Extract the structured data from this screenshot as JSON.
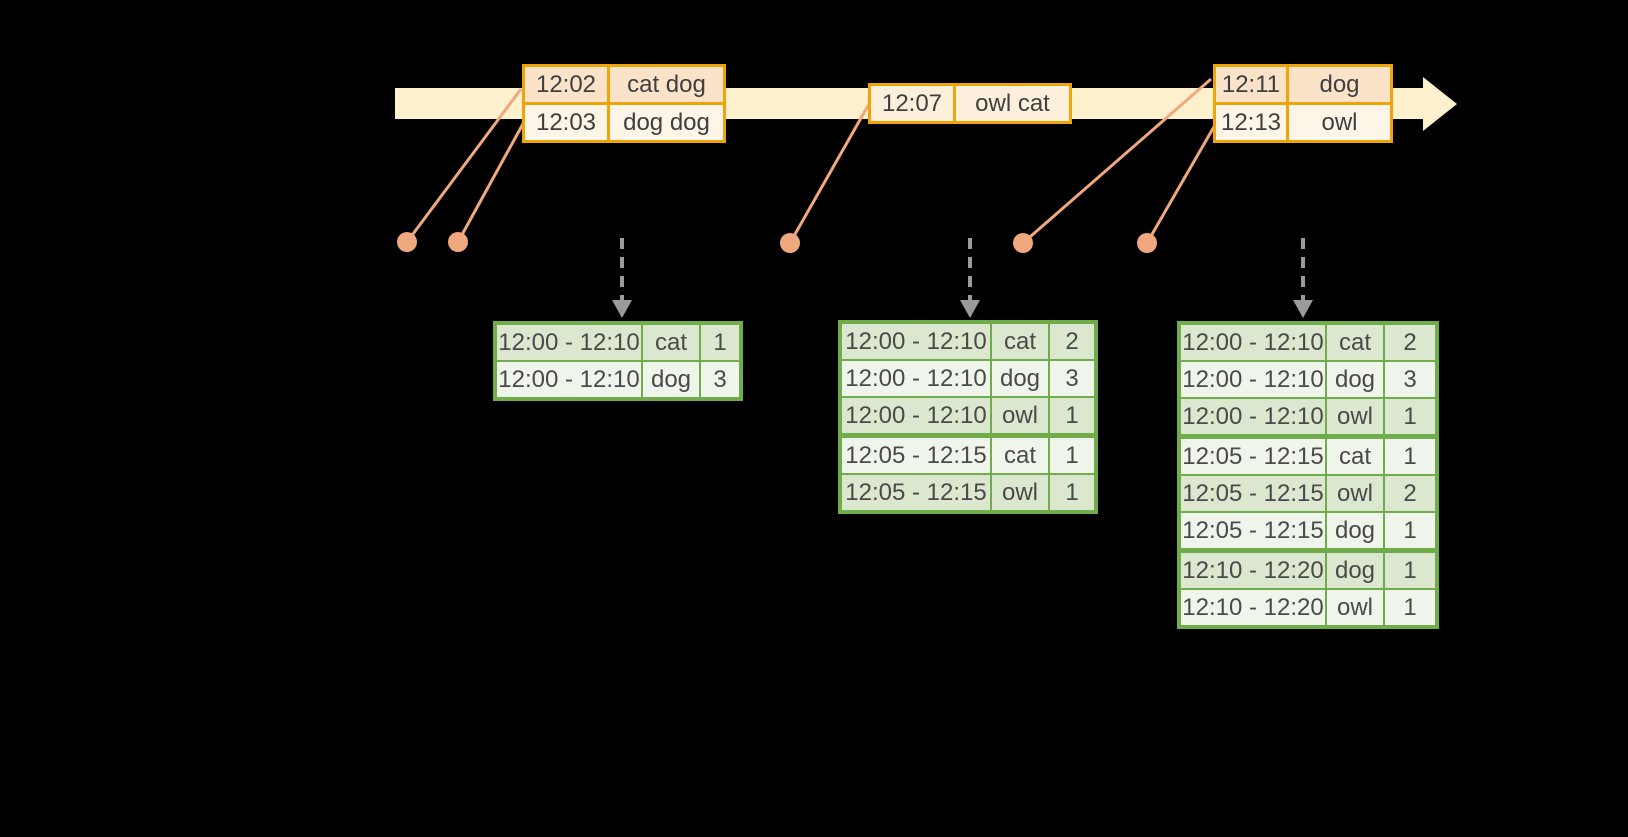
{
  "colors": {
    "background": "#000000",
    "timeline_fill": "#FCF1CC",
    "event_border": "#EFA509",
    "event_row_dark": "#FAE3C8",
    "event_row_light": "#FDF5E7",
    "dot_and_line": "#F0A87E",
    "trigger_arrow": "#9B9B9B",
    "table_border": "#70AC49",
    "table_row_dark": "#DBE8CF",
    "table_row_light": "#F0F5EB",
    "text": "#3F3F3F"
  },
  "icons": {
    "timeline": "timeline-arrow-icon",
    "event_marker": "event-dot-icon",
    "trigger": "dashed-down-arrow-icon"
  },
  "events": {
    "box1": {
      "rows": [
        {
          "time": "12:02",
          "words": "cat dog"
        },
        {
          "time": "12:03",
          "words": "dog dog"
        }
      ]
    },
    "box2": {
      "rows": [
        {
          "time": "12:07",
          "words": "owl cat"
        }
      ]
    },
    "box3": {
      "rows": [
        {
          "time": "12:11",
          "words": "dog"
        },
        {
          "time": "12:13",
          "words": "owl"
        }
      ]
    }
  },
  "tables": [
    {
      "rows": [
        {
          "window": "12:00 - 12:10",
          "word": "cat",
          "count": "1"
        },
        {
          "window": "12:00 - 12:10",
          "word": "dog",
          "count": "3"
        }
      ]
    },
    {
      "rows": [
        {
          "window": "12:00 - 12:10",
          "word": "cat",
          "count": "2"
        },
        {
          "window": "12:00 - 12:10",
          "word": "dog",
          "count": "3"
        },
        {
          "window": "12:00 - 12:10",
          "word": "owl",
          "count": "1"
        },
        {
          "window": "12:05 - 12:15",
          "word": "cat",
          "count": "1"
        },
        {
          "window": "12:05 - 12:15",
          "word": "owl",
          "count": "1"
        }
      ]
    },
    {
      "rows": [
        {
          "window": "12:00 - 12:10",
          "word": "cat",
          "count": "2"
        },
        {
          "window": "12:00 - 12:10",
          "word": "dog",
          "count": "3"
        },
        {
          "window": "12:00 - 12:10",
          "word": "owl",
          "count": "1"
        },
        {
          "window": "12:05 - 12:15",
          "word": "cat",
          "count": "1"
        },
        {
          "window": "12:05 - 12:15",
          "word": "owl",
          "count": "2"
        },
        {
          "window": "12:05 - 12:15",
          "word": "dog",
          "count": "1"
        },
        {
          "window": "12:10 - 12:20",
          "word": "dog",
          "count": "1"
        },
        {
          "window": "12:10 - 12:20",
          "word": "owl",
          "count": "1"
        }
      ]
    }
  ]
}
